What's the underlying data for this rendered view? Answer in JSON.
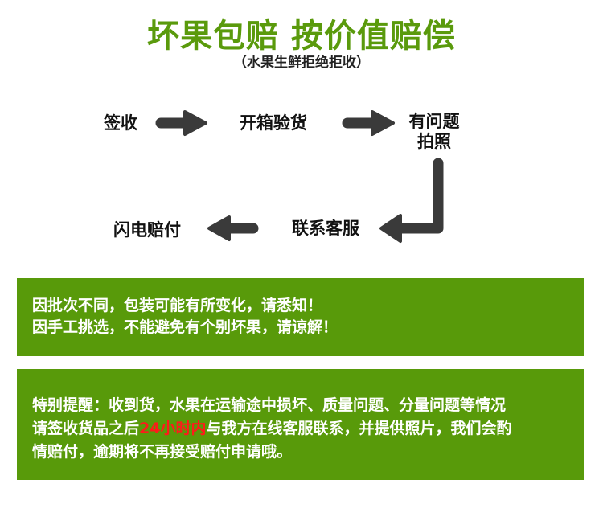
{
  "header": {
    "title": "坏果包赔 按价值赔偿",
    "subtitle": "（水果生鲜拒绝拒收）"
  },
  "flow": {
    "steps": [
      "签收",
      "开箱验货",
      "有问题",
      "拍照",
      "联系客服",
      "闪电赔付"
    ]
  },
  "notice": {
    "line1": "因批次不同，包装可能有所变化，请悉知！",
    "line2": "因手工挑选，不能避免有个别坏果，请谅解！"
  },
  "reminder": {
    "line1": "特别提醒：收到货，水果在运输途中损坏、质量问题、分量问题等情况",
    "line2_before": "请签收货品之后",
    "line2_highlight": "24小时内",
    "line2_after": "与我方在线客服联系，并提供照片，我们会酌",
    "line3": "情赔付，逾期将不再接受赔付申请哦。"
  },
  "colors": {
    "brand_green": "#589a0a",
    "arrow": "#3a3a3a",
    "highlight": "#ff1a1a"
  }
}
